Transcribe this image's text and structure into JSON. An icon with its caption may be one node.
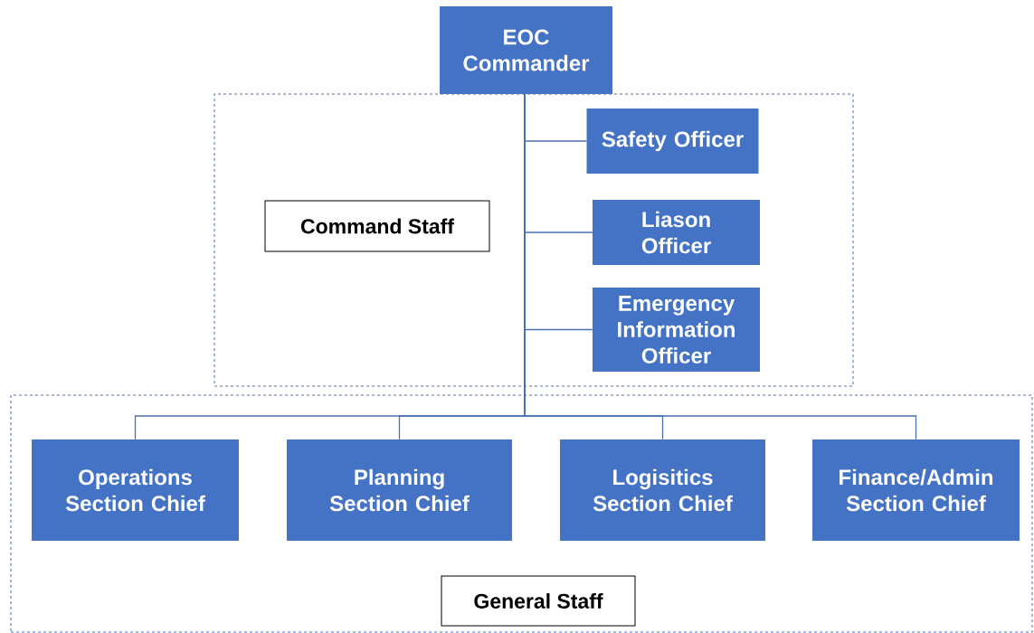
{
  "diagram": {
    "nodes": [
      {
        "text": [
          "EOC Commander"
        ]
      },
      {
        "text": [
          "Command Staff"
        ]
      },
      {
        "text": [
          "Safety Officer"
        ],
        "in": 1
      },
      {
        "text": [
          "Liason Officer"
        ],
        "in": 1
      },
      {
        "text": [
          "Emergency Information Officer"
        ],
        "in": 1
      },
      {
        "text": [
          "General Staff"
        ]
      },
      {
        "text": [
          "Operations Section Chief"
        ],
        "in": 5
      },
      {
        "text": [
          "Planning Section Chief"
        ],
        "in": 5
      },
      {
        "text": [
          "Logisitics Section Chief"
        ],
        "in": 5
      },
      {
        "text": [
          "Finance/Admin Section Chief"
        ],
        "in": 5
      }
    ],
    "edges": [
      {
        "from": 0,
        "to": 2,
        "arrow": "none"
      },
      {
        "from": 0,
        "to": 3,
        "arrow": "none"
      },
      {
        "from": 0,
        "to": 4,
        "arrow": "none"
      },
      {
        "from": 0,
        "to": 6,
        "arrow": "none"
      },
      {
        "from": 0,
        "to": 7,
        "arrow": "none"
      },
      {
        "from": 0,
        "to": 8,
        "arrow": "none"
      },
      {
        "from": 0,
        "to": 9,
        "arrow": "none"
      }
    ]
  }
}
